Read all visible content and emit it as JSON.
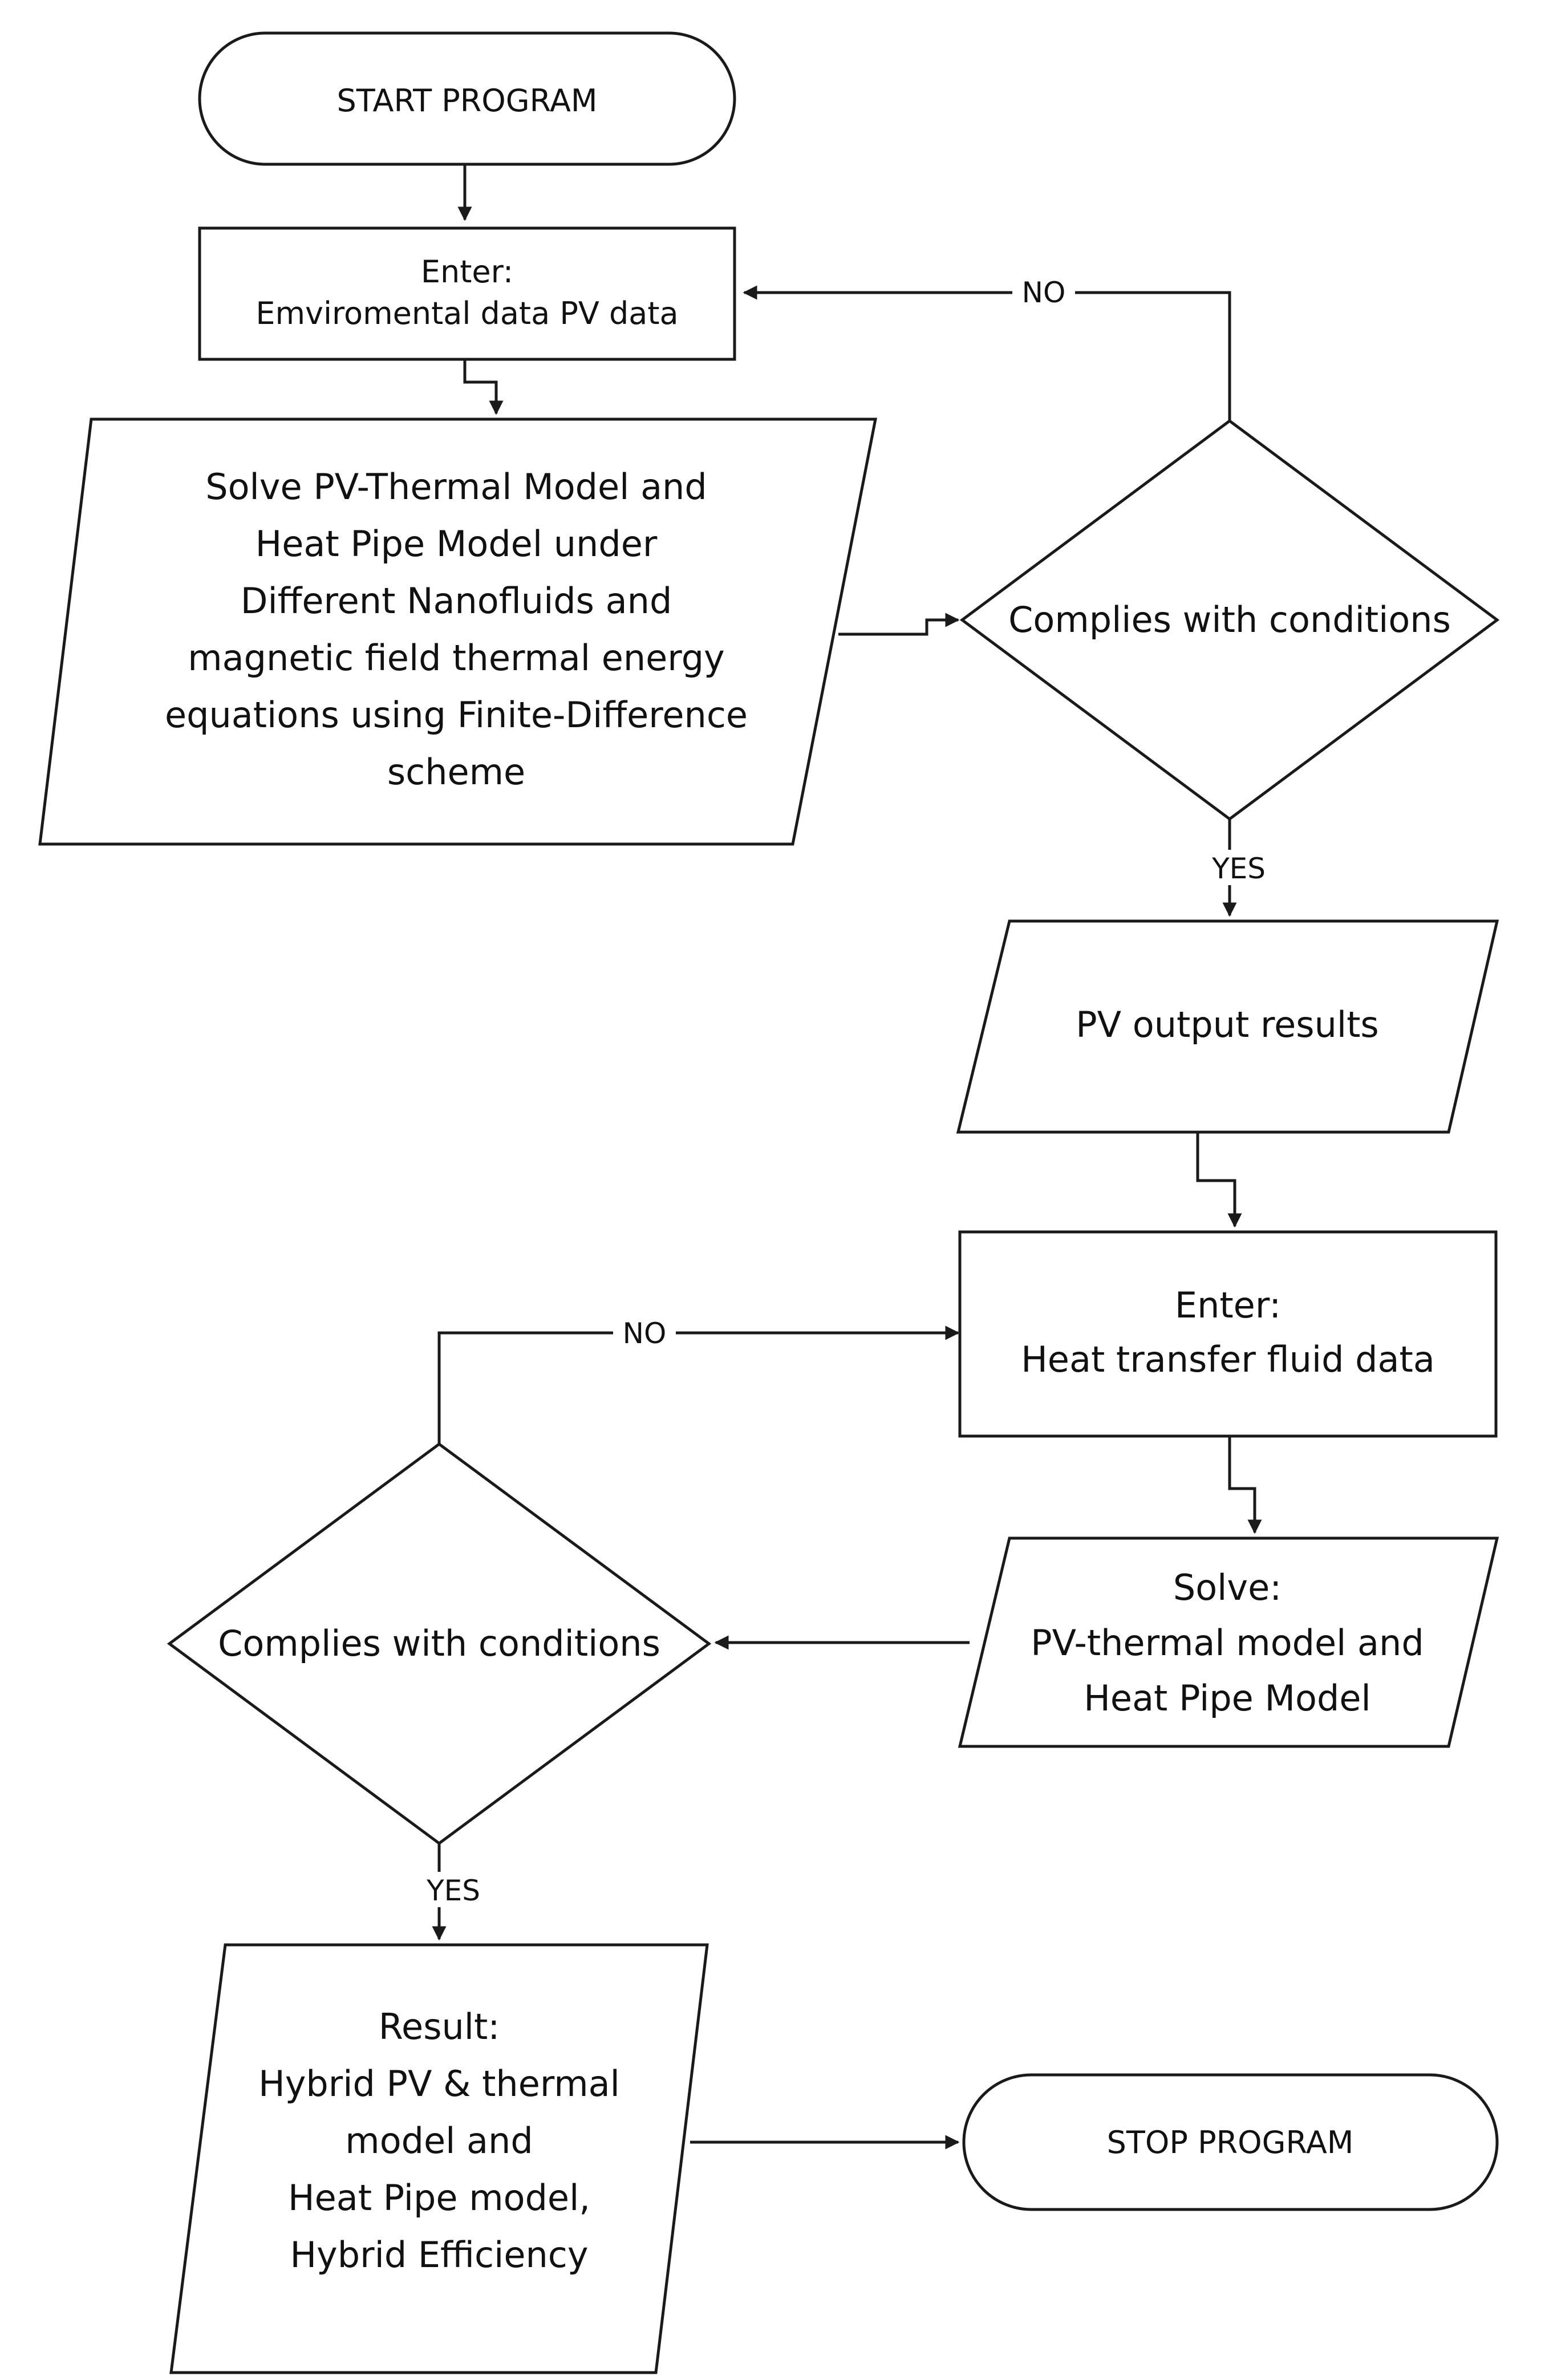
{
  "diagram": {
    "nodes": {
      "start": [
        "START PROGRAM"
      ],
      "enter_env": [
        "Enter:",
        "Emviromental data PV data"
      ],
      "solve_pv": [
        "Solve PV-Thermal Model and",
        "Heat Pipe Model under",
        "Different Nanofluids and",
        "magnetic field thermal energy",
        "equations using Finite-Difference",
        "scheme"
      ],
      "decision_1": [
        "Complies with conditions"
      ],
      "pv_output": [
        "PV output results"
      ],
      "enter_htf": [
        "Enter:",
        "Heat transfer fluid data"
      ],
      "solve_2": [
        "Solve:",
        "PV-thermal model and",
        "Heat Pipe Model"
      ],
      "decision_2": [
        "Complies with conditions"
      ],
      "result": [
        "Result:",
        "Hybrid PV & thermal",
        "model and",
        "Heat Pipe model,",
        "Hybrid Efficiency"
      ],
      "stop": [
        "STOP PROGRAM"
      ]
    },
    "edge_labels": {
      "no_1": "NO",
      "yes_1": "YES",
      "no_2": "NO",
      "yes_2": "YES"
    }
  }
}
